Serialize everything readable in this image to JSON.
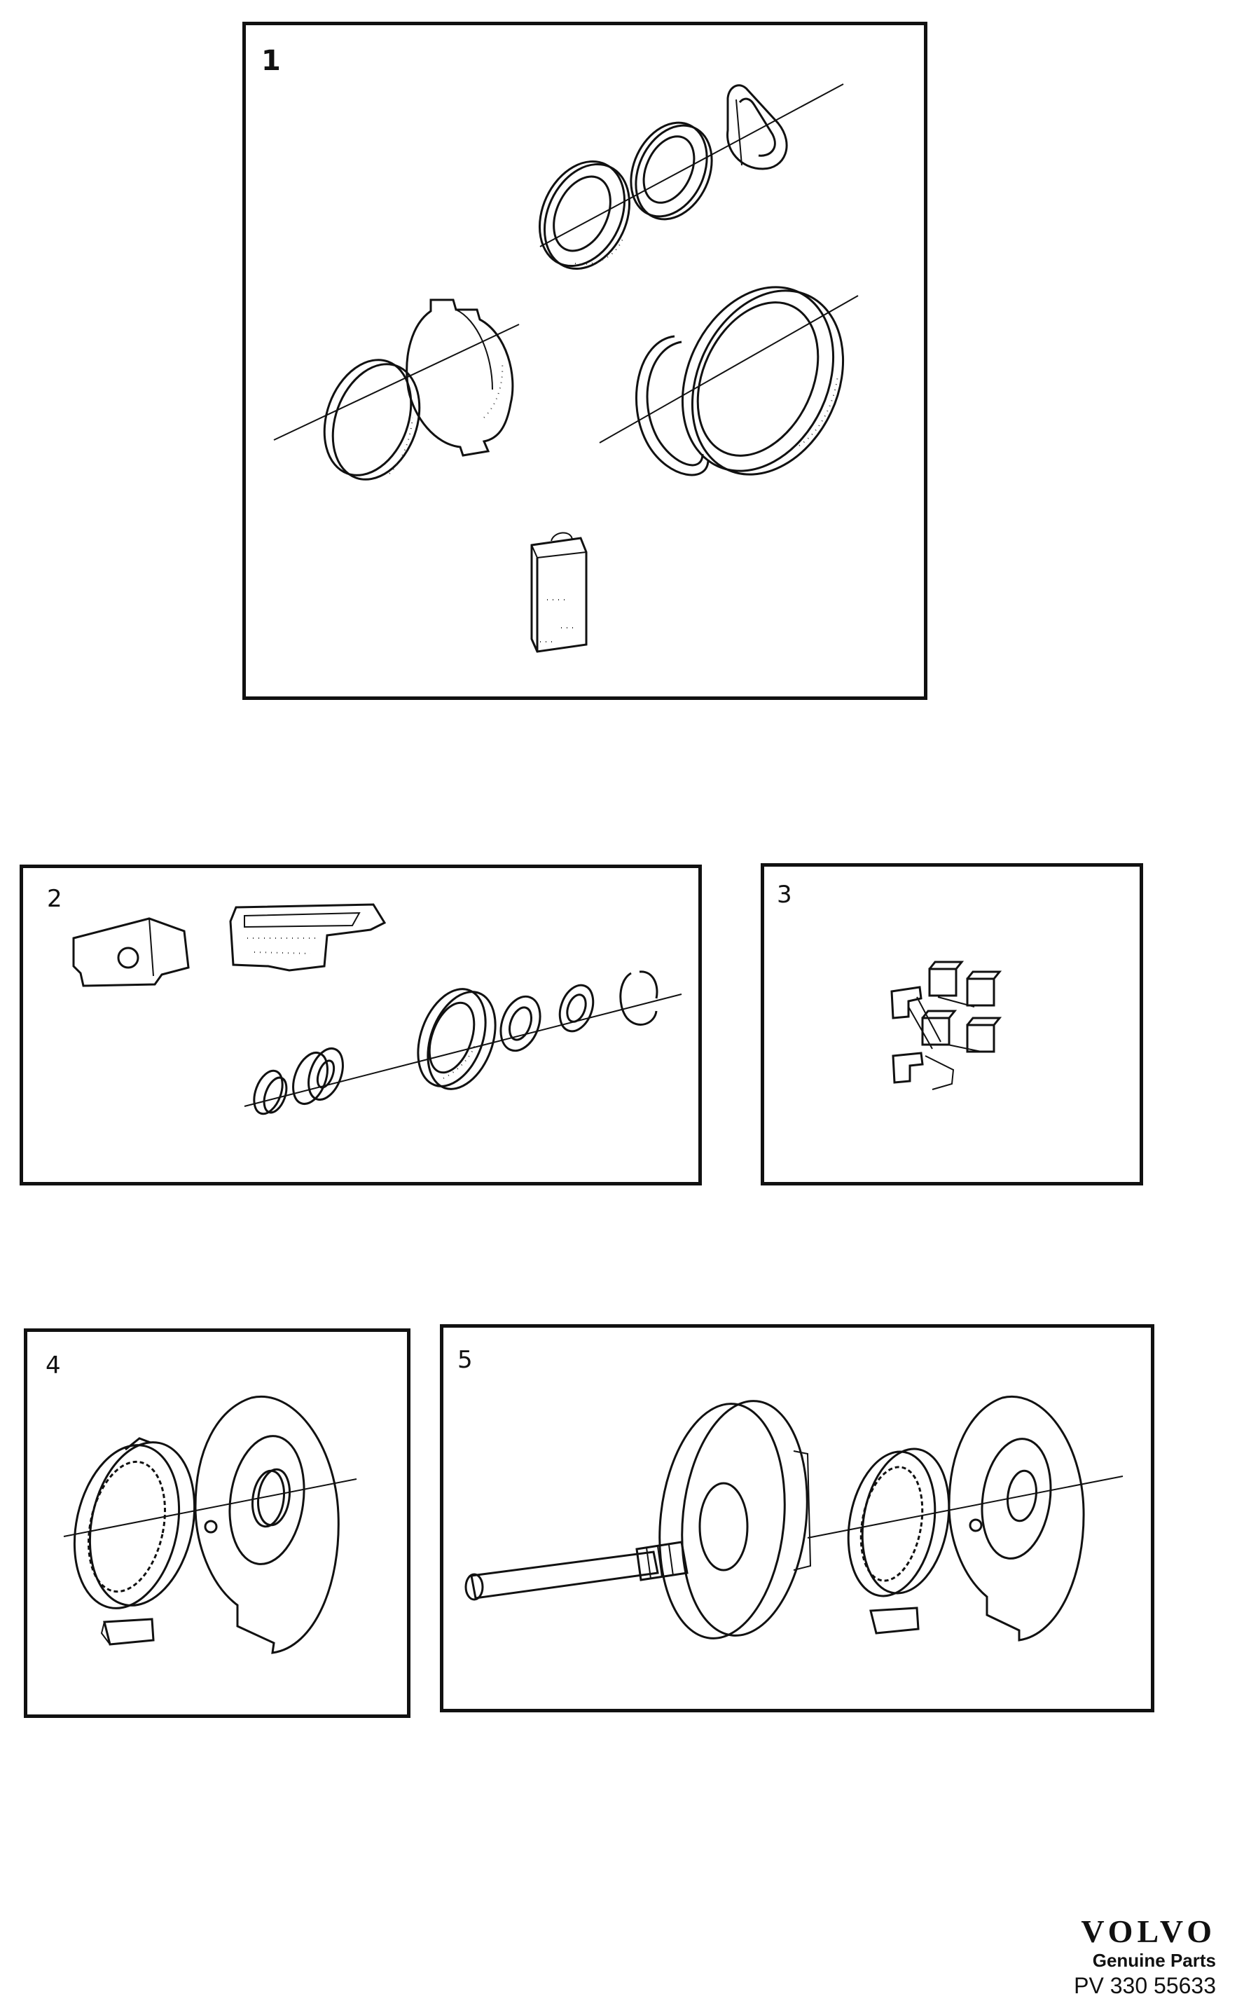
{
  "panels": [
    {
      "id": "1",
      "label": "1"
    },
    {
      "id": "2",
      "label": "2"
    },
    {
      "id": "3",
      "label": "3"
    },
    {
      "id": "4",
      "label": "4"
    },
    {
      "id": "5",
      "label": "5"
    }
  ],
  "footer": {
    "brand": "VOLVO",
    "subtitle": "Genuine Parts",
    "code": "PV 330 55633"
  }
}
